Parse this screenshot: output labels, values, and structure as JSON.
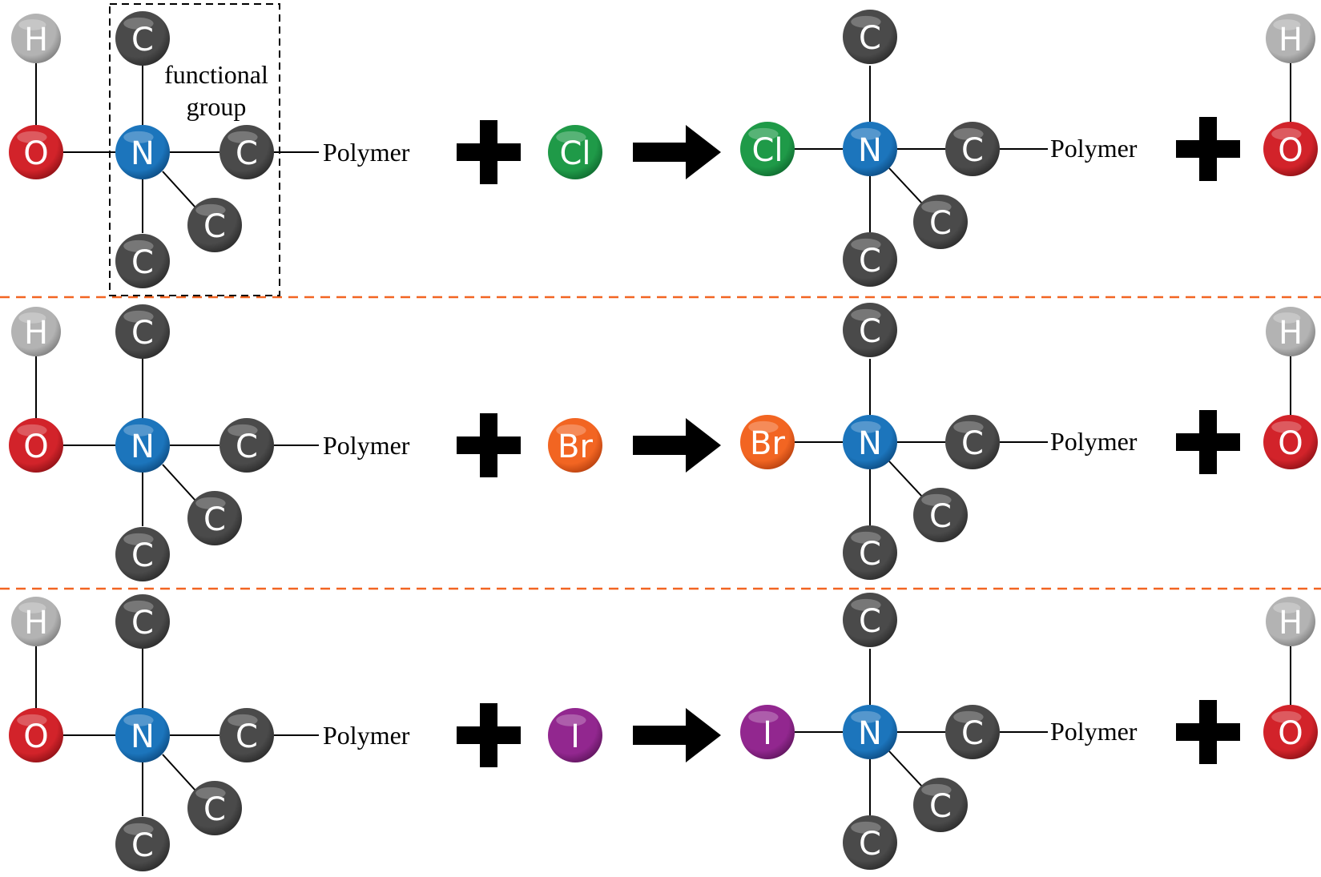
{
  "functional_group_label": [
    "functional",
    "group"
  ],
  "polymer_label": "Polymer",
  "atoms": {
    "H": {
      "label": "H",
      "color": "#b3b3b3",
      "dark": "#7d7d7d"
    },
    "O": {
      "label": "O",
      "color": "#d2232a",
      "dark": "#8e1116"
    },
    "N": {
      "label": "N",
      "color": "#1c75bc",
      "dark": "#0c4a80"
    },
    "C": {
      "label": "C",
      "color": "#4a4a4a",
      "dark": "#2a2a2a"
    },
    "Cl": {
      "label": "Cl",
      "color": "#1f9a48",
      "dark": "#0f6a2f"
    },
    "Br": {
      "label": "Br",
      "color": "#f26522",
      "dark": "#b6400f"
    },
    "I": {
      "label": "I",
      "color": "#92278f",
      "dark": "#5f155d"
    }
  },
  "reactions": [
    {
      "halogen": "Cl"
    },
    {
      "halogen": "Br"
    },
    {
      "halogen": "I"
    }
  ],
  "colors": {
    "divider": "#f26522",
    "bond": "#000000",
    "symbol": "#000000",
    "box": "#000000"
  }
}
